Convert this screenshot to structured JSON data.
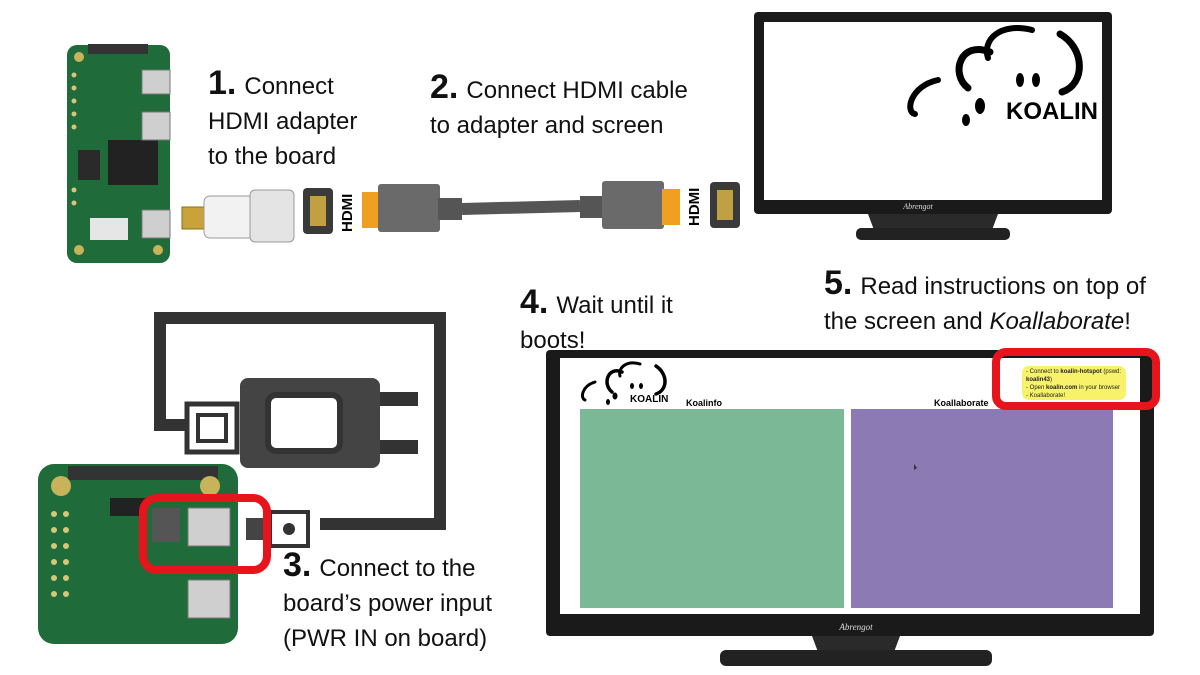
{
  "steps": [
    {
      "num": "1.",
      "lines": [
        "Connect",
        "HDMI adapter",
        "to the board"
      ]
    },
    {
      "num": "2.",
      "lines": [
        "Connect HDMI cable",
        "to adapter and screen"
      ]
    },
    {
      "num": "3.",
      "lines": [
        "Connect to the",
        "board’s power input",
        "(PWR IN on board)"
      ]
    },
    {
      "num": "4.",
      "lines": [
        "Wait until it",
        "boots!"
      ]
    },
    {
      "num": "5.",
      "line1": "Read instructions on top of",
      "line2_prefix": "the screen and ",
      "line2_emphasis": "Koallaborate",
      "line2_suffix": "!"
    }
  ],
  "top_monitor": {
    "logo_text": "KOALIN",
    "brand": "Abrengot"
  },
  "bottom_monitor": {
    "logo_text": "KOALIN",
    "brand": "Abrengot",
    "left_panel_title": "Koalinfo",
    "right_panel_title": "Koallaborate",
    "left_panel_color": "#7ab896",
    "right_panel_color": "#8b7ab4",
    "notice": [
      {
        "pre": "- Connect to ",
        "b": "koalin-hotspot",
        "post": " (pswd:"
      },
      {
        "pre": "",
        "b": "koalin43",
        "post": ")"
      },
      {
        "pre": "- Open ",
        "b": "koalin.com",
        "post": " in your browser"
      },
      {
        "pre": "- Koallaborate!",
        "b": "",
        "post": ""
      }
    ]
  },
  "hdmi_labels": [
    "HDMI",
    "HDMI"
  ],
  "colors": {
    "highlight": "#e8141b",
    "board_green": "#1f6b3a",
    "cable_gray": "#555555",
    "plug_orange": "#f0a020",
    "note_yellow": "#f7f26a"
  }
}
